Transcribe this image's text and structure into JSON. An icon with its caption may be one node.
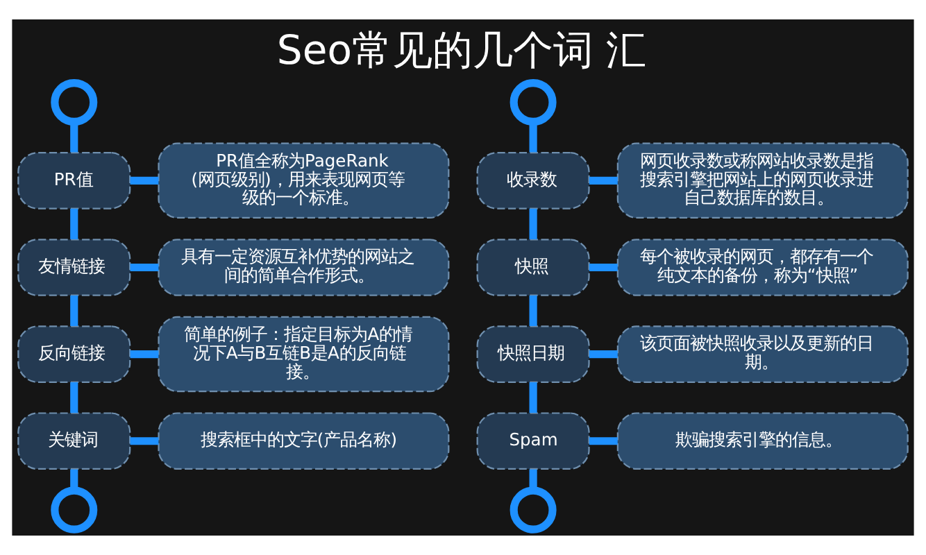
{
  "diagram": {
    "title": "Seo常见的几个词 汇",
    "nodes": [
      {
        "text": [],
        "shape": "circle"
      },
      {
        "text": [
          "PR值"
        ]
      },
      {
        "text": [
          "PR值全称为PageRank(网页级别)，用来表现网页等级的一个标准。"
        ]
      },
      {
        "text": [
          "友情链接"
        ]
      },
      {
        "text": [
          "具有一定资源互补优势的网站之间的简单合作形式。"
        ]
      },
      {
        "text": [
          "反向链接"
        ]
      },
      {
        "text": [
          "简单的例子：指定目标为A的情况下A与B互链B是A的反向链接。"
        ]
      },
      {
        "text": [
          "关键词"
        ]
      },
      {
        "text": [
          "搜索框中的文字(产品名称)"
        ]
      },
      {
        "text": [],
        "shape": "circle"
      },
      {
        "text": [],
        "shape": "circle"
      },
      {
        "text": [
          "收录数"
        ]
      },
      {
        "text": [
          "网页收录数或称网站收录数是指搜索引擎把网站上的网页收录进自己数据库的数目。"
        ]
      },
      {
        "text": [
          "快照"
        ]
      },
      {
        "text": [
          "每个被收录的网页，都存有一个纯文本的备份，称为“快照”"
        ]
      },
      {
        "text": [
          "快照日期"
        ]
      },
      {
        "text": [
          "该页面被快照收录以及更新的日期。"
        ]
      },
      {
        "text": [
          "Spam"
        ]
      },
      {
        "text": [
          "欺骗搜索引擎的信息。"
        ]
      },
      {
        "text": [],
        "shape": "circle"
      }
    ],
    "edges": [
      {
        "from": 0,
        "to": 1,
        "arrow": "none"
      },
      {
        "from": 1,
        "to": 3,
        "arrow": "none"
      },
      {
        "from": 3,
        "to": 5,
        "arrow": "none"
      },
      {
        "from": 5,
        "to": 7,
        "arrow": "none"
      },
      {
        "from": 7,
        "to": 9,
        "arrow": "none"
      },
      {
        "from": 1,
        "to": 2,
        "arrow": "none"
      },
      {
        "from": 3,
        "to": 4,
        "arrow": "none"
      },
      {
        "from": 5,
        "to": 6,
        "arrow": "none"
      },
      {
        "from": 7,
        "to": 8,
        "arrow": "none"
      },
      {
        "from": 10,
        "to": 11,
        "arrow": "none"
      },
      {
        "from": 11,
        "to": 13,
        "arrow": "none"
      },
      {
        "from": 13,
        "to": 15,
        "arrow": "none"
      },
      {
        "from": 15,
        "to": 17,
        "arrow": "none"
      },
      {
        "from": 17,
        "to": 19,
        "arrow": "none"
      },
      {
        "from": 11,
        "to": 12,
        "arrow": "none"
      },
      {
        "from": 13,
        "to": 14,
        "arrow": "none"
      },
      {
        "from": 15,
        "to": 16,
        "arrow": "none"
      },
      {
        "from": 17,
        "to": 18,
        "arrow": "none"
      }
    ]
  }
}
